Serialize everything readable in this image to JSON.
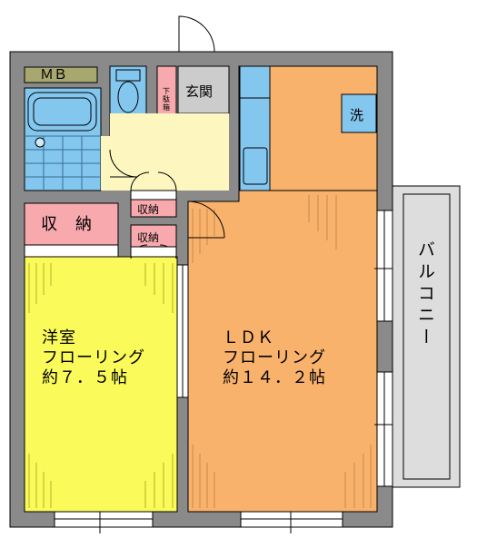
{
  "rooms": {
    "mb": "ＭＢ",
    "entrance": "玄関",
    "shoe_box": "下駄箱",
    "storage_main": "収　納",
    "storage_small_1": "収納",
    "storage_small_2": "収納",
    "laundry": "洗",
    "western": {
      "name": "洋室",
      "floor": "フローリング",
      "size": "約７．５帖"
    },
    "ldk": {
      "name": "ＬＤＫ",
      "floor": "フローリング",
      "size": "約１４．２帖"
    },
    "balcony": "バルコニー"
  },
  "colors": {
    "wall": "#8a8a8a",
    "ldk": "#f9b26b",
    "western": "#fafa5a",
    "storage": "#f7a9ad",
    "entrance_hall": "#fdf7bf",
    "water": "#83c6ee",
    "balcony": "#dddddd",
    "mb_box": "#a9a770"
  }
}
